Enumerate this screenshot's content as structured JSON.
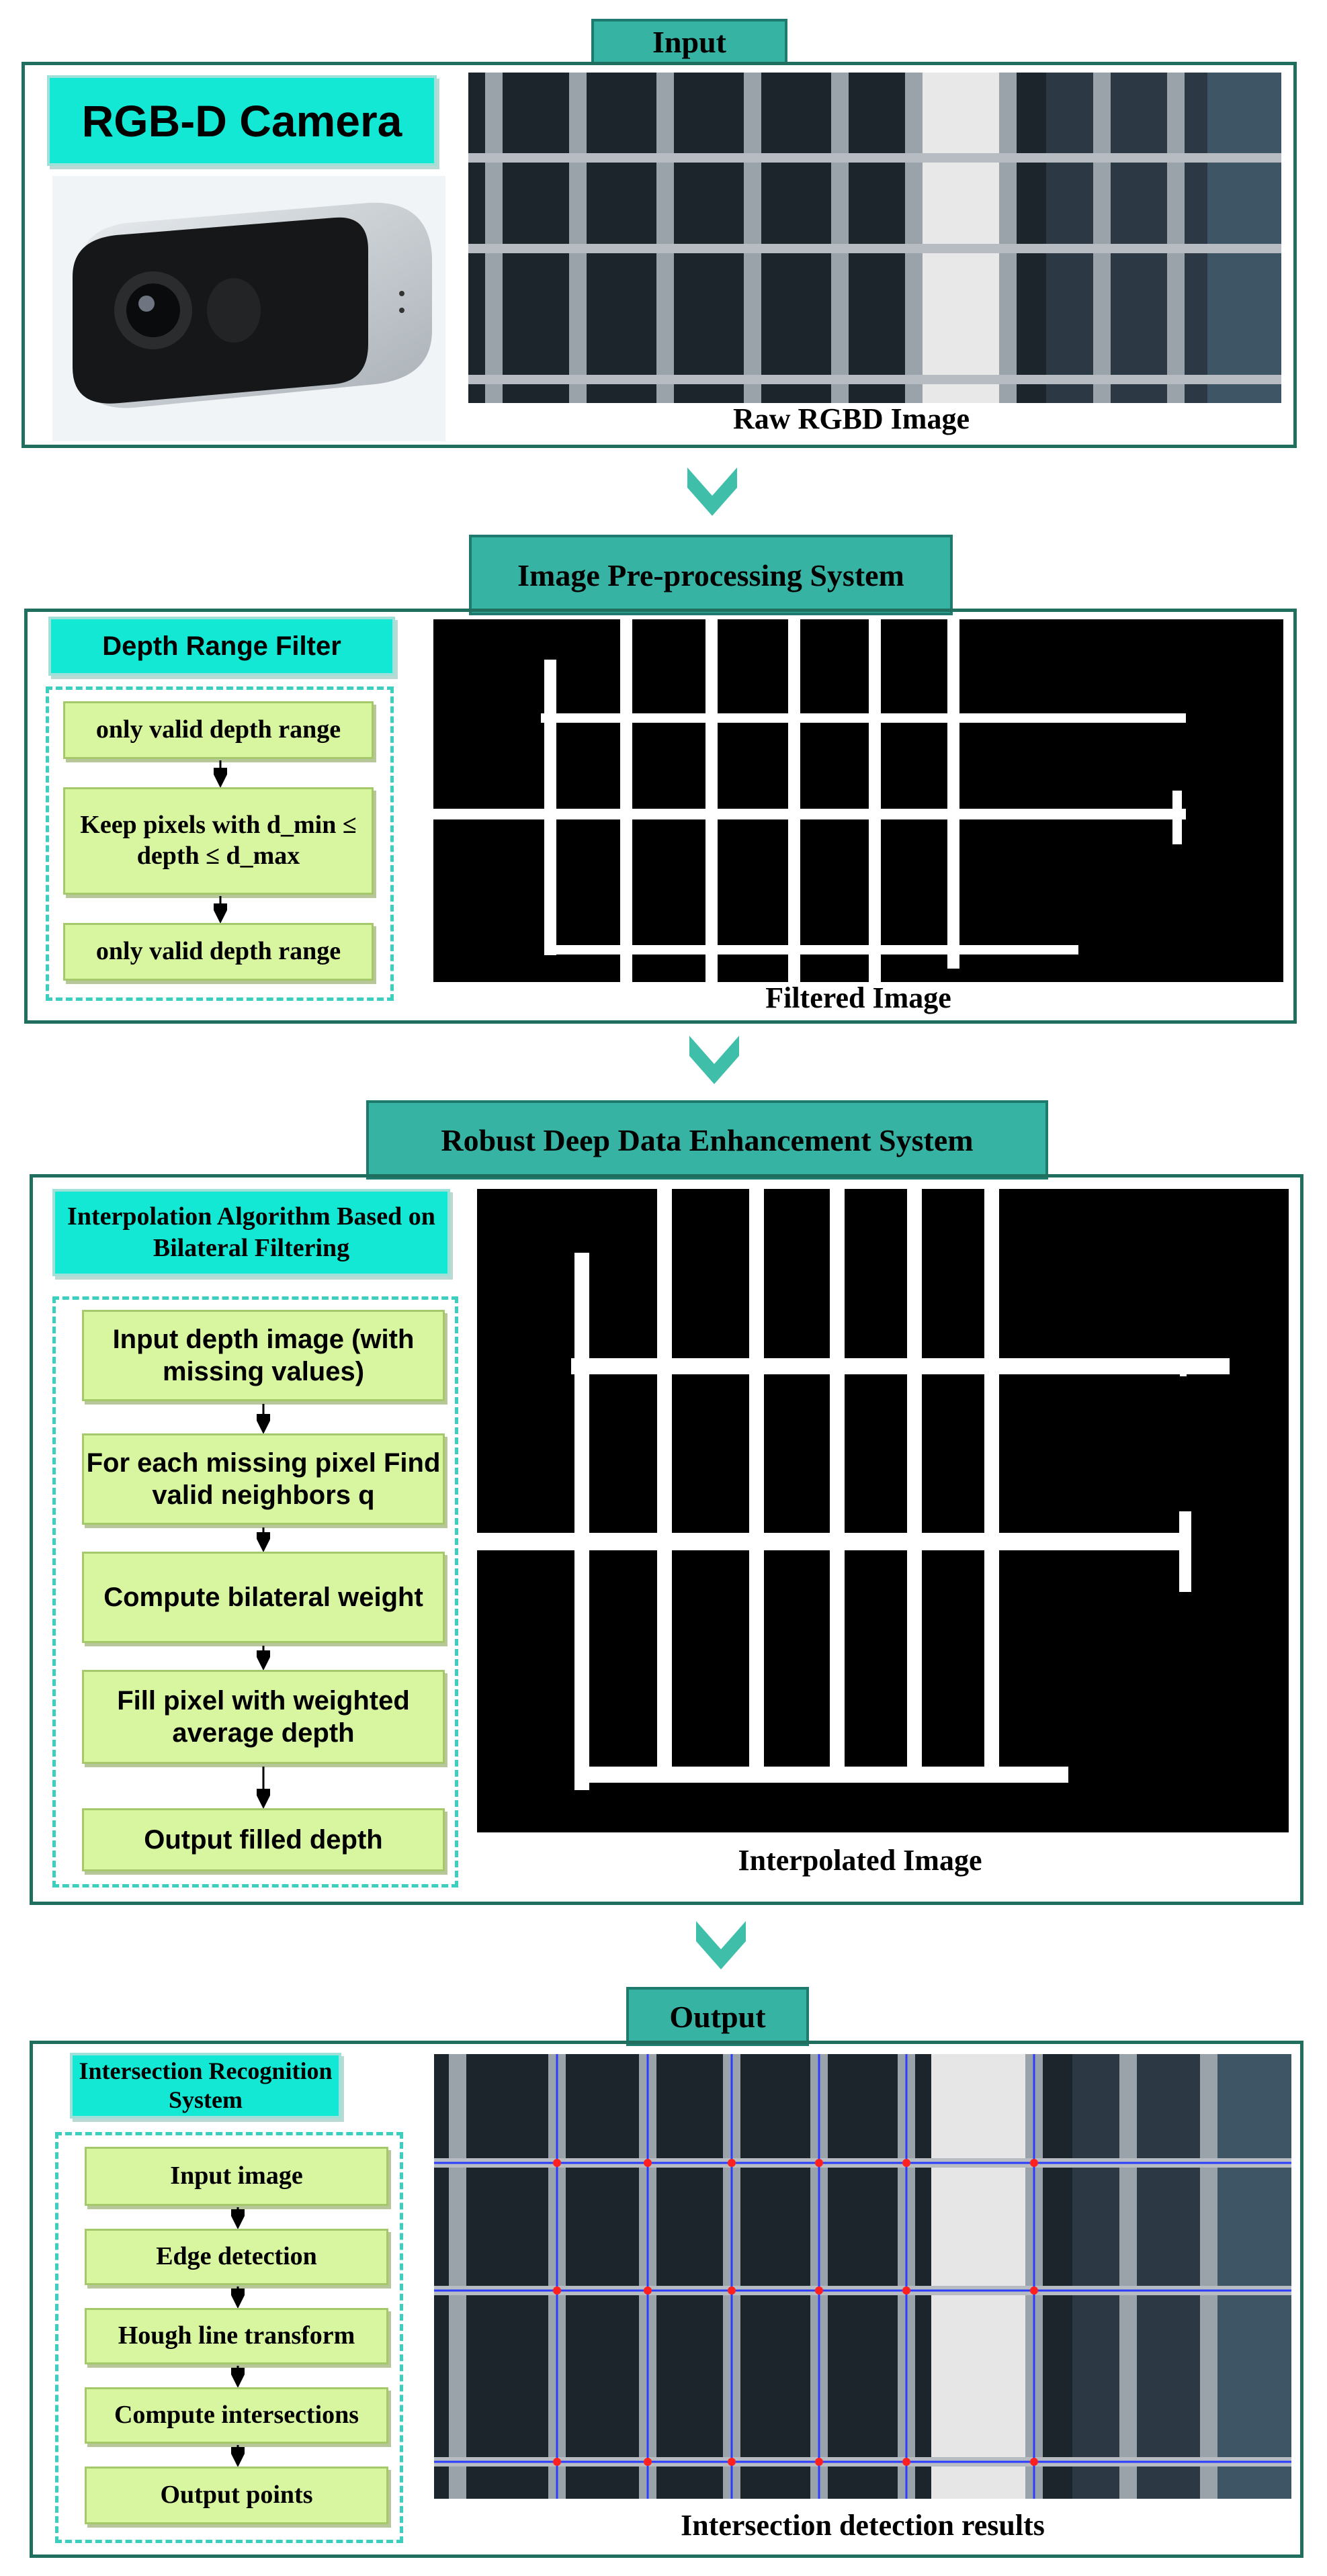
{
  "input": {
    "title": "Input",
    "camera_label": "RGB-D Camera",
    "caption": "Raw RGBD Image"
  },
  "preprocessing": {
    "title": "Image Pre-processing System",
    "filter_label": "Depth Range Filter",
    "steps": [
      "only valid depth range",
      "Keep pixels with d_min ≤ depth ≤ d_max",
      "only valid depth range"
    ],
    "caption": "Filtered Image"
  },
  "enhancement": {
    "title": "Robust Deep Data Enhancement System",
    "algo_label": "Interpolation Algorithm Based on Bilateral Filtering",
    "steps": [
      "Input depth image (with missing values)",
      "For each missing pixel Find valid neighbors q",
      "Compute bilateral weight",
      "Fill pixel with weighted average depth",
      "Output filled depth"
    ],
    "caption": "Interpolated Image"
  },
  "output": {
    "title": "Output",
    "system_label": "Intersection Recognition System",
    "steps": [
      "Input image",
      "Edge detection",
      "Hough line transform",
      "Compute intersections",
      "Output points"
    ],
    "caption": "Intersection detection results"
  },
  "colors": {
    "title_fill": "#36b3a3",
    "section_border": "#1f6e5e",
    "label_fill": "#12e8d4",
    "step_fill": "#d8f5a0",
    "arrow": "#3fbfaa",
    "intersection_point": "#ff2020",
    "detected_line": "#2b3cff"
  }
}
